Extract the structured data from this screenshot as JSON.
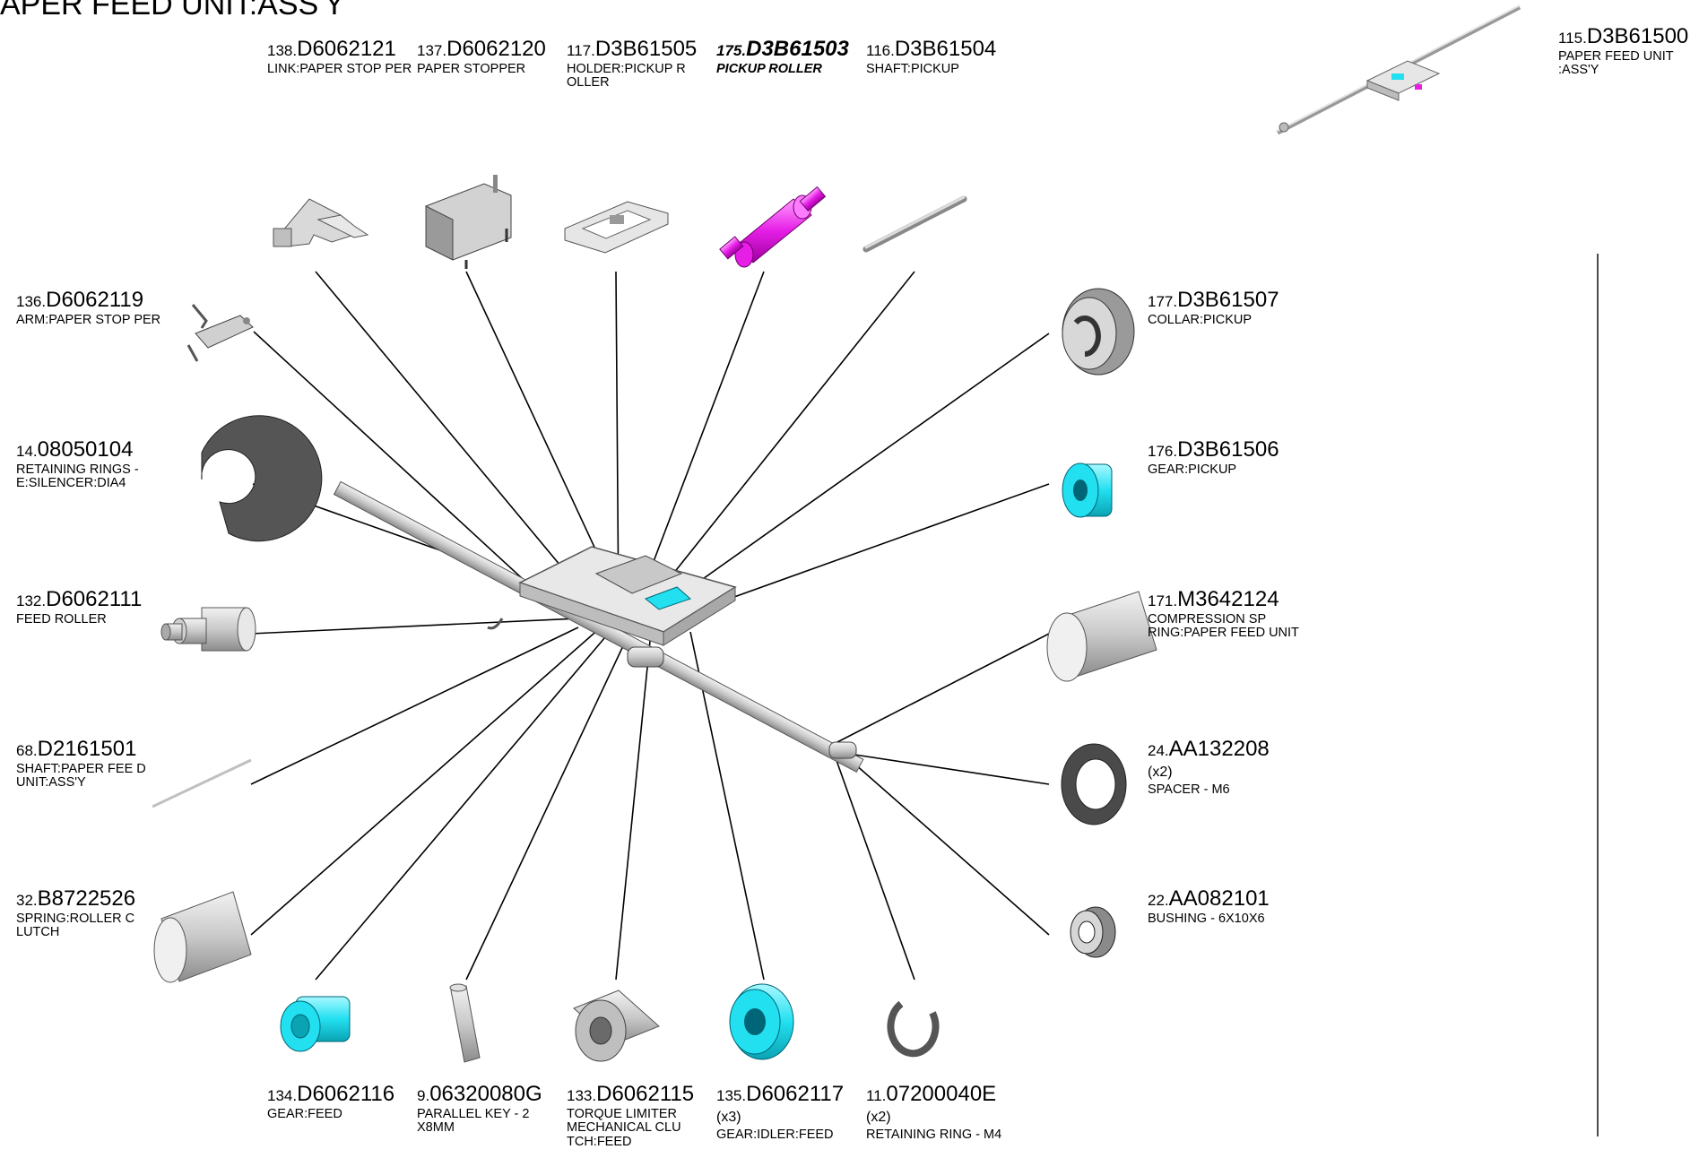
{
  "title": "APER FEED UNIT:ASS'Y",
  "colors": {
    "highlight": "#e61ee6",
    "cyan": "#22e0f0",
    "gray": "#c8c8c8",
    "line": "#000000"
  },
  "parts": [
    {
      "id": "p138",
      "index": "138",
      "code": "D6062121",
      "qty": "",
      "desc": "LINK:PAPER STOP PER",
      "highlight": false
    },
    {
      "id": "p137",
      "index": "137",
      "code": "D6062120",
      "qty": "",
      "desc": "PAPER STOPPER",
      "highlight": false
    },
    {
      "id": "p117",
      "index": "117",
      "code": "D3B61505",
      "qty": "",
      "desc": "HOLDER:PICKUP R OLLER",
      "highlight": false
    },
    {
      "id": "p175",
      "index": "175",
      "code": "D3B61503",
      "qty": "",
      "desc": "PICKUP ROLLER",
      "highlight": true
    },
    {
      "id": "p116",
      "index": "116",
      "code": "D3B61504",
      "qty": "",
      "desc": "SHAFT:PICKUP",
      "highlight": false
    },
    {
      "id": "p115",
      "index": "115",
      "code": "D3B61500",
      "qty": "",
      "desc": "PAPER FEED UNIT :ASS'Y",
      "highlight": false
    },
    {
      "id": "p136",
      "index": "136",
      "code": "D6062119",
      "qty": "",
      "desc": "ARM:PAPER STOP PER",
      "highlight": false
    },
    {
      "id": "p14",
      "index": "14",
      "code": "08050104",
      "qty": "",
      "desc": "RETAINING RINGS -E:SILENCER:DIA4",
      "highlight": false
    },
    {
      "id": "p132",
      "index": "132",
      "code": "D6062111",
      "qty": "",
      "desc": "FEED ROLLER",
      "highlight": false
    },
    {
      "id": "p68",
      "index": "68",
      "code": "D2161501",
      "qty": "",
      "desc": "SHAFT:PAPER FEE D UNIT:ASS'Y",
      "highlight": false
    },
    {
      "id": "p32",
      "index": "32",
      "code": "B8722526",
      "qty": "",
      "desc": "SPRING:ROLLER C LUTCH",
      "highlight": false
    },
    {
      "id": "p177",
      "index": "177",
      "code": "D3B61507",
      "qty": "",
      "desc": "COLLAR:PICKUP",
      "highlight": false
    },
    {
      "id": "p176",
      "index": "176",
      "code": "D3B61506",
      "qty": "",
      "desc": "GEAR:PICKUP",
      "highlight": false
    },
    {
      "id": "p171",
      "index": "171",
      "code": "M3642124",
      "qty": "",
      "desc": "COMPRESSION SP RING:PAPER FEED UNIT",
      "highlight": false
    },
    {
      "id": "p24",
      "index": "24",
      "code": "AA132208",
      "qty": "(x2)",
      "desc": "SPACER - M6",
      "highlight": false
    },
    {
      "id": "p22",
      "index": "22",
      "code": "AA082101",
      "qty": "",
      "desc": "BUSHING - 6X10X6",
      "highlight": false
    },
    {
      "id": "p134",
      "index": "134",
      "code": "D6062116",
      "qty": "",
      "desc": "GEAR:FEED",
      "highlight": false
    },
    {
      "id": "p9",
      "index": "9",
      "code": "06320080G",
      "qty": "",
      "desc": "PARALLEL KEY - 2 X8MM",
      "highlight": false
    },
    {
      "id": "p133",
      "index": "133",
      "code": "D6062115",
      "qty": "",
      "desc": "TORQUE LIMITER MECHANICAL CLU TCH:FEED",
      "highlight": false
    },
    {
      "id": "p135",
      "index": "135",
      "code": "D6062117",
      "qty": "(x3)",
      "desc": "GEAR:IDLER:FEED",
      "highlight": false
    },
    {
      "id": "p11",
      "index": "11",
      "code": "07200040E",
      "qty": "(x2)",
      "desc": "RETAINING RING - M4",
      "highlight": false
    }
  ]
}
